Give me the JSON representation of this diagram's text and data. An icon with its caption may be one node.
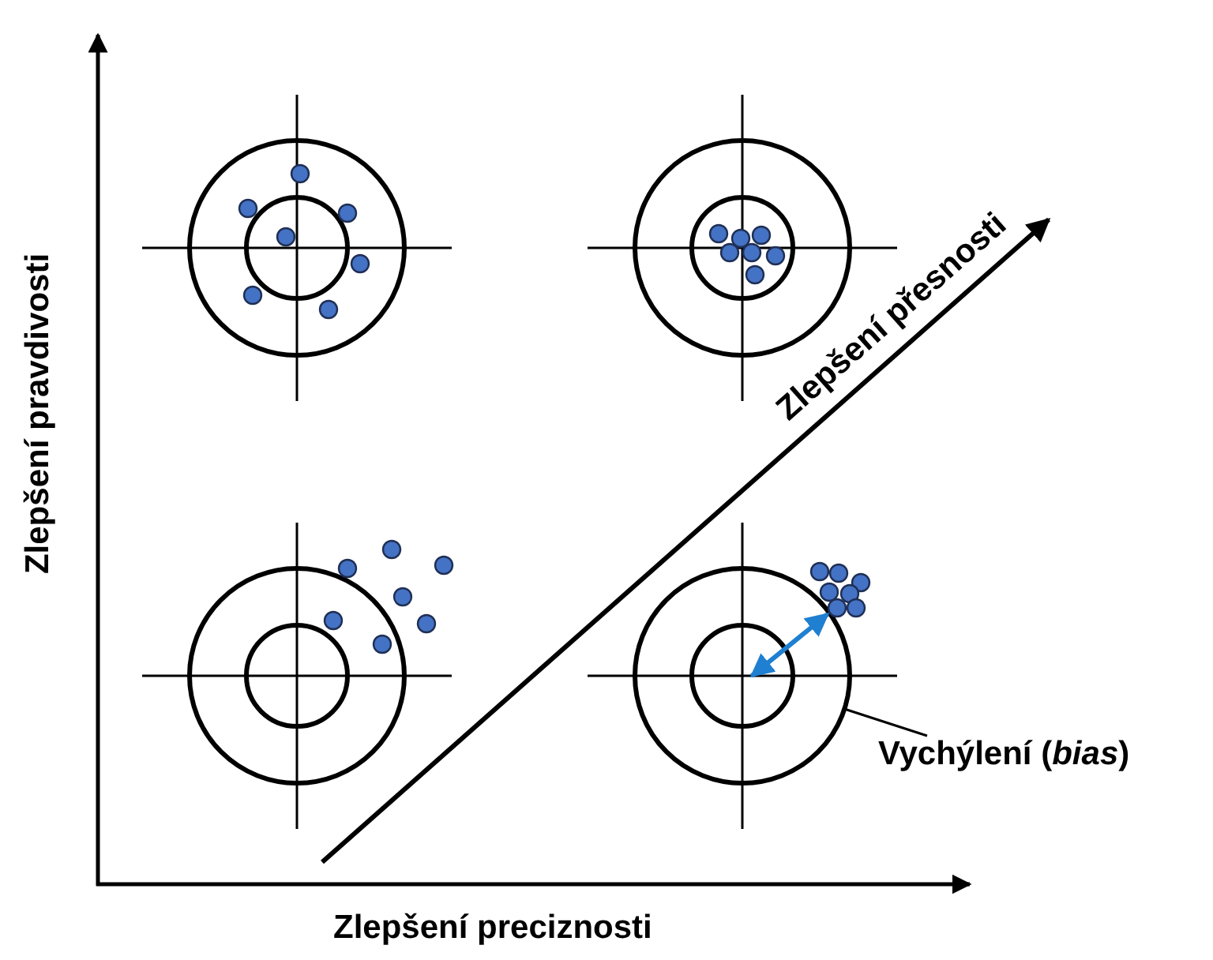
{
  "diagram": {
    "nodes": [
      {
        "text": [
          "Vychýlení (*bias*)"
        ]
      },
      {
        "text": [],
        "shape": "picture"
      }
    ],
    "edges": [
      {
        "from": 0,
        "to": 1,
        "arrow": "none"
      }
    ],
    "labels": [
      "Zlepšení pravdivosti",
      "Zlepšení přesnosti",
      "Zlepšení preciznosti"
    ]
  }
}
